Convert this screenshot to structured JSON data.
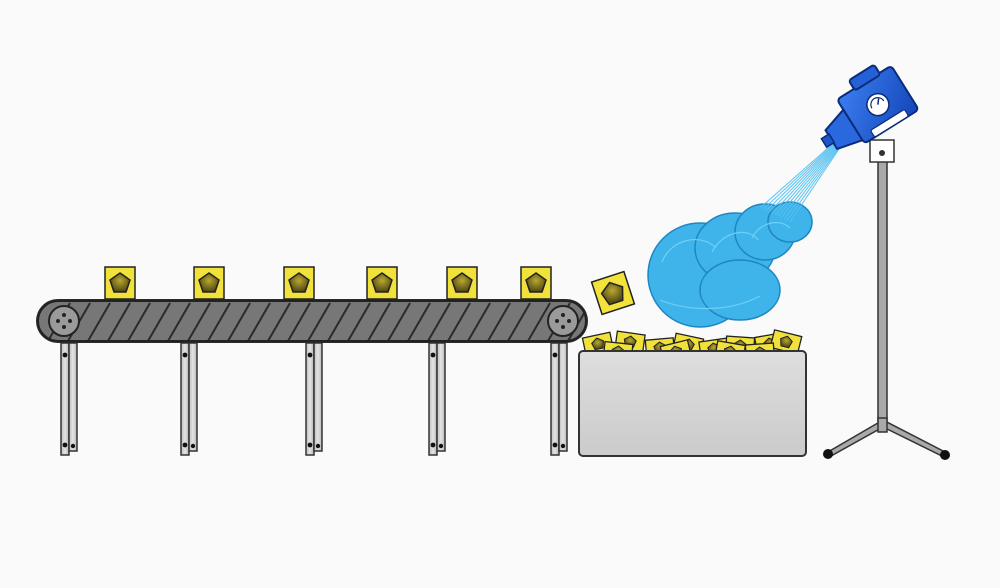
{
  "colors": {
    "background": "#fafafa",
    "belt": "#6f6f6f",
    "belt_stripe": "#2b2b2b",
    "leg": "#cfcfcf",
    "product_fill": "#f0e23a",
    "product_inner": "#6b6418",
    "bin": "#d4d4d4",
    "spray": "#45b7ea",
    "spray_cloud": "#3fb4ea",
    "sprayer": "#1f5fd8",
    "stand": "#a8a8a8"
  },
  "diagram": {
    "belt_products": 6,
    "belt_legs": 5,
    "bin_items": 12,
    "description_labels": []
  },
  "icons": {
    "pulley": "pulley-icon",
    "product": "pentagon-product-icon",
    "sprayer": "sprayer-nozzle-icon",
    "gauge": "pressure-gauge-icon"
  }
}
